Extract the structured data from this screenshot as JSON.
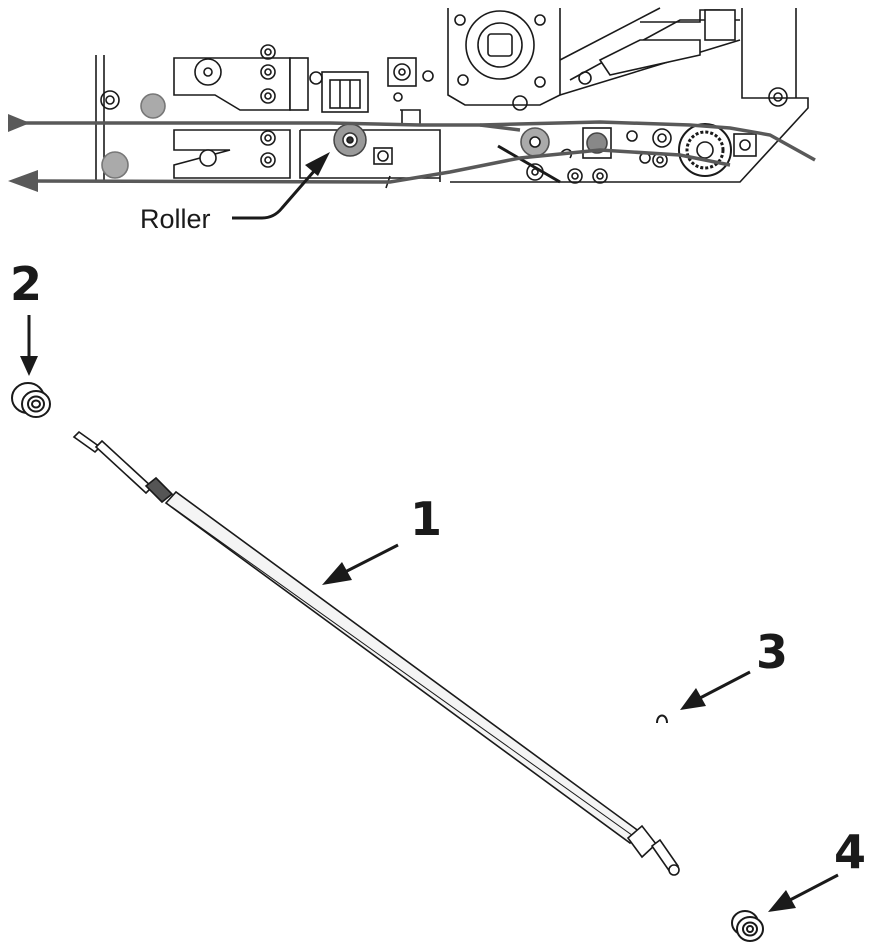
{
  "callouts": {
    "roller_label": "Roller",
    "item_1": "1",
    "item_2": "2",
    "item_3": "3",
    "item_4": "4"
  },
  "colors": {
    "line": "#1a1a1a",
    "path": "#595959",
    "part_fill": "#f4f4f4",
    "roller_shade": "#9a9a9a"
  }
}
